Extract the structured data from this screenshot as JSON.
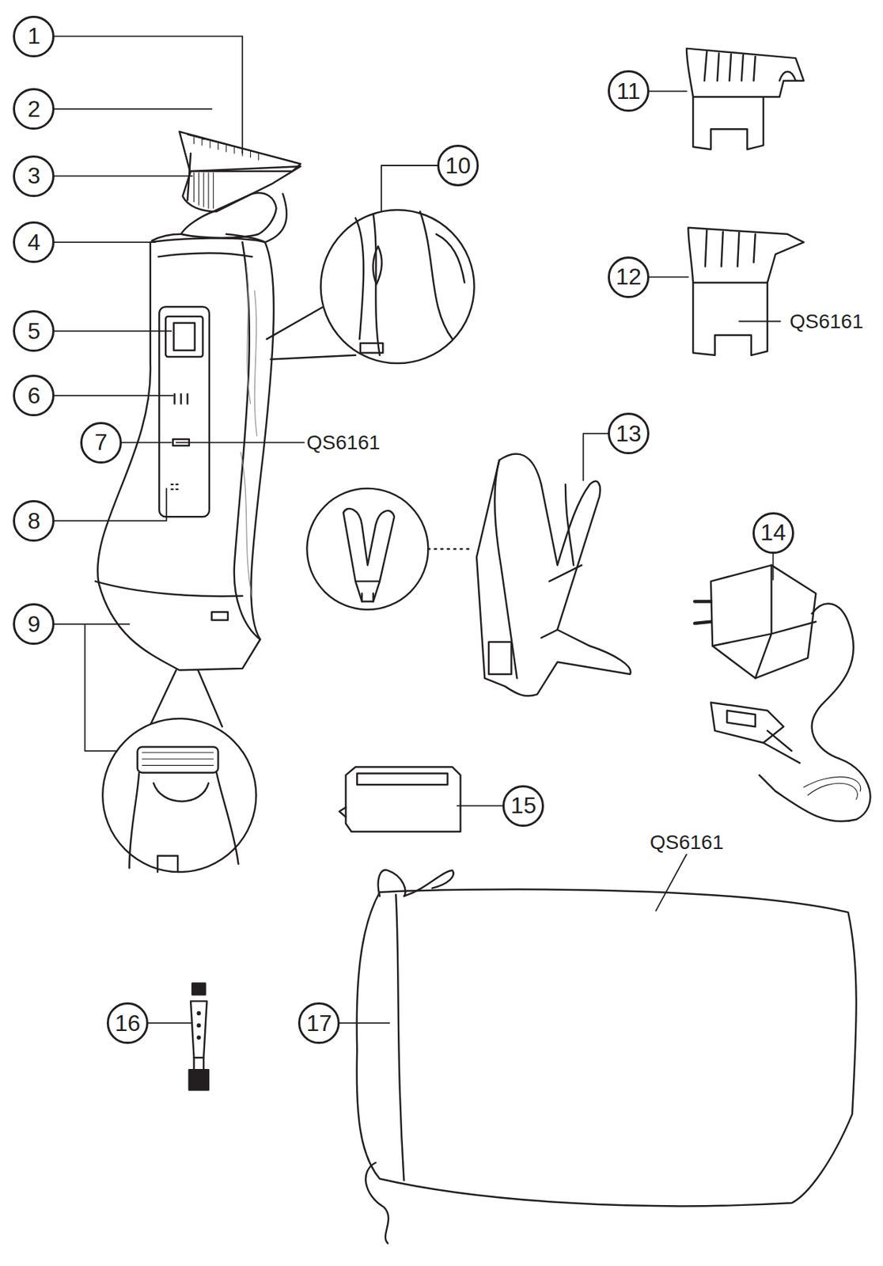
{
  "diagram": {
    "labels": [
      "1",
      "2",
      "3",
      "4",
      "5",
      "6",
      "7",
      "8",
      "9",
      "10",
      "11",
      "12",
      "13",
      "14",
      "15",
      "16",
      "17",
      "QS6161",
      "QS6161",
      "QS6161"
    ]
  }
}
